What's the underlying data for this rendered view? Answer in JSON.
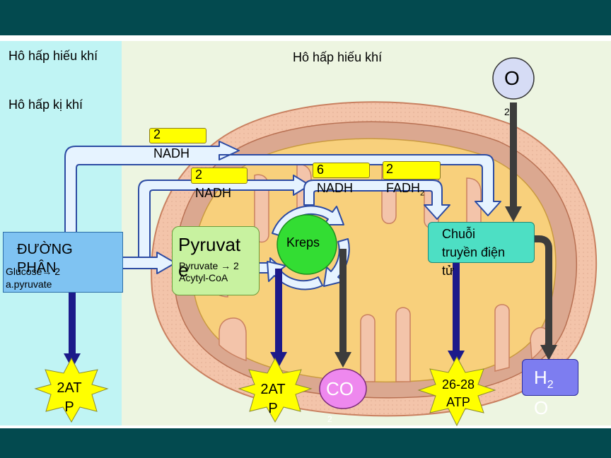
{
  "labels": {
    "aerobic_left": "Hô hấp hiếu khí",
    "anaerobic_left": "Hô hấp kị khí",
    "aerobic_right": "Hô hấp hiếu khí"
  },
  "glycolysis": {
    "title": "ĐƯỜNG PHÂN",
    "detail": "Glucose→ 2 a.pyruvate"
  },
  "pyruvate": {
    "title": "Pyruvate",
    "detail": "Pyruvate → 2 Acytyl-CoA"
  },
  "krebs": {
    "title": "Kreps"
  },
  "etc": {
    "title": "Chuỗi truyền điện tử"
  },
  "oxygen": {
    "main": "O",
    "sub": "2"
  },
  "co2": {
    "main": "CO",
    "sub": "2"
  },
  "water": {
    "main": "H",
    "sub": "2",
    "tail": "O"
  },
  "badges": [
    {
      "count": "2",
      "label": "NADH"
    },
    {
      "count": "2",
      "label": "NADH"
    },
    {
      "count": "6",
      "label": "NADH"
    },
    {
      "count": "2",
      "label": "FADH",
      "sub": "2"
    }
  ],
  "atp": [
    {
      "label": "2ATP"
    },
    {
      "label": "2ATP"
    },
    {
      "label": "26-28 ATP"
    }
  ],
  "colors": {
    "header_bar": "#034a4f",
    "badge": "#ffff00",
    "krebs": "#33dd33",
    "atp_star": "#ffff00",
    "co2": "#ee88ee",
    "water": "#7d7df0",
    "etc": "#4ddfc4"
  }
}
